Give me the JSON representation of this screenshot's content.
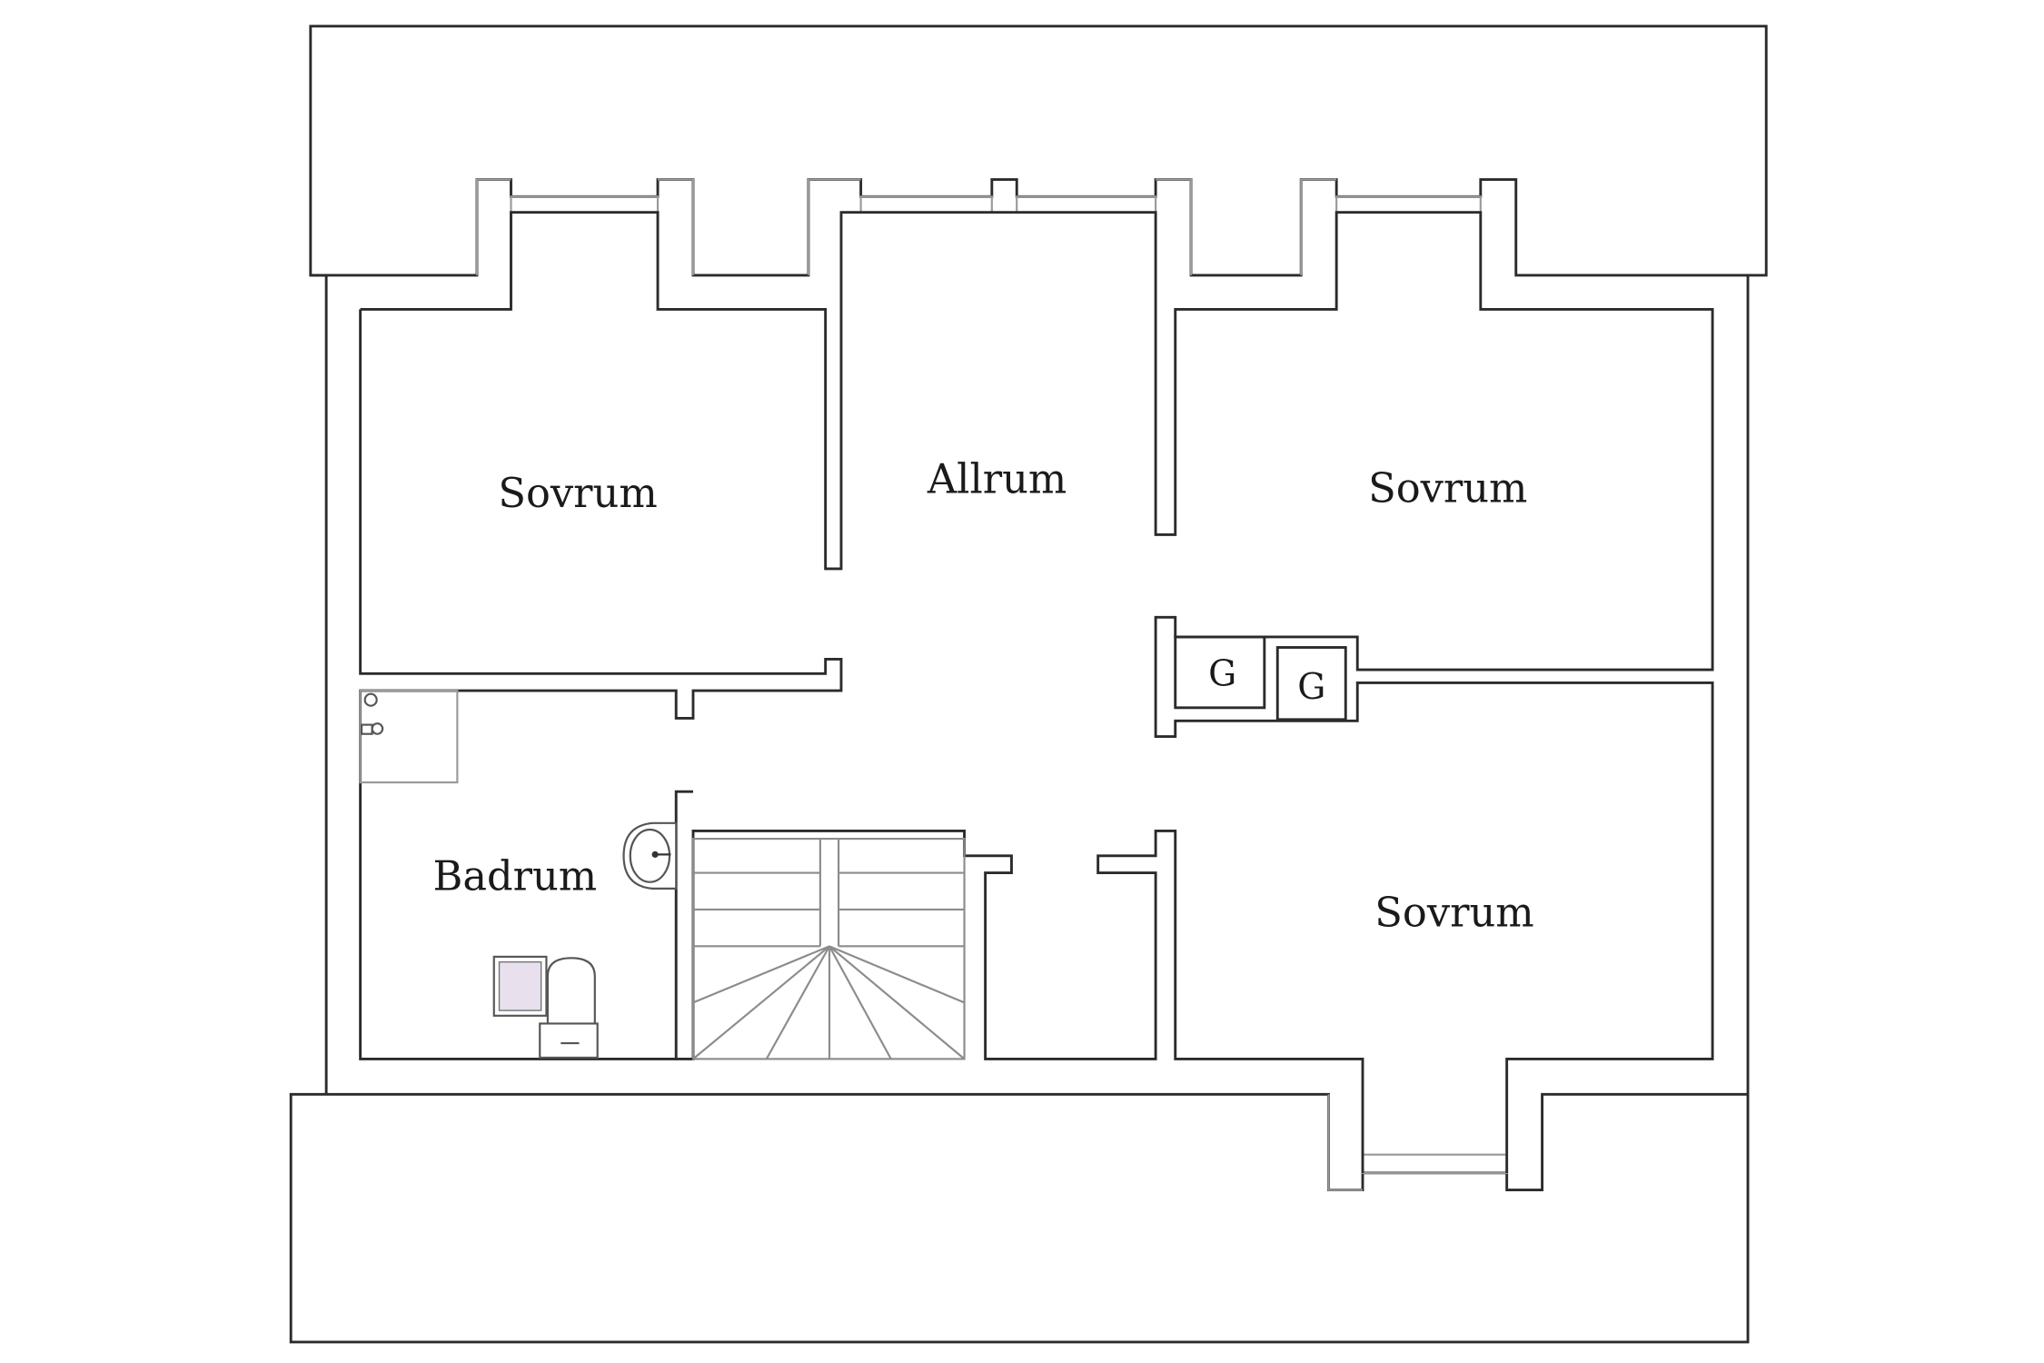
{
  "rooms": {
    "sovrum_top_left": "Sovrum",
    "allrum": "Allrum",
    "sovrum_top_right": "Sovrum",
    "sovrum_bottom_right": "Sovrum",
    "badrum": "Badrum"
  },
  "closets": {
    "left": "G",
    "right": "G"
  },
  "colors": {
    "wall": "#2b2b2b",
    "window_frame": "#9a9a9a",
    "bathroom_mat": "#e8e0ec"
  }
}
